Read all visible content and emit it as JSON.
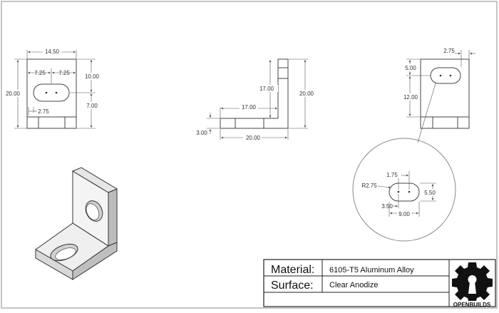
{
  "title_block": {
    "material_label": "Material:",
    "material_value": "6105-T5 Aluminum Alloy",
    "surface_label": "Surface:",
    "surface_value": "Clear Anodize"
  },
  "logo": {
    "text": "OPENBUILDS",
    "icon": "gear-keyhole-icon"
  },
  "front_view": {
    "width": "14.50",
    "height": "20.00",
    "left_offset": "7.25",
    "right_offset": "7.25",
    "top_to_slot": "10.00",
    "slot_to_bottom": "7.00",
    "slot_radius": "2.75"
  },
  "side_view": {
    "leg_length": "17.00",
    "vertical_leg": "17.00",
    "total_height": "20.00",
    "total_width": "20.00",
    "thickness": "3.00"
  },
  "right_view": {
    "top_offset": "2.75",
    "upper": "5.00",
    "lower": "12.00"
  },
  "detail_view": {
    "hole_spacing": "1.75",
    "radius": "R2.75",
    "slot_height": "5.50",
    "edge_offset": "3.50",
    "slot_length": "9.00"
  },
  "colors": {
    "line": "#444444",
    "dimension": "#555555",
    "part_fill": "#d9d9d9"
  }
}
